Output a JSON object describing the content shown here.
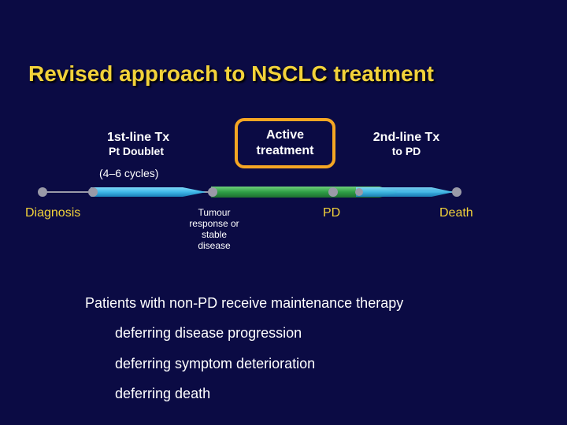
{
  "title": "Revised approach to NSCLC treatment",
  "first_line": {
    "title": "1st-line Tx",
    "subtitle": "Pt Doublet",
    "cycles": "(4–6 cycles)"
  },
  "active_treatment": {
    "line1": "Active",
    "line2": "treatment"
  },
  "second_line": {
    "title": "2nd-line Tx",
    "subtitle": "to PD"
  },
  "milestones": {
    "diagnosis": "Diagnosis",
    "tumour": [
      "Tumour",
      "response or",
      "stable",
      "disease"
    ],
    "pd": "PD",
    "death": "Death"
  },
  "notes": {
    "intro": "Patients with non-PD receive maintenance therapy",
    "items": [
      "deferring disease progression",
      "deferring symptom deterioration",
      "deferring death"
    ]
  },
  "colors": {
    "background": "#0b0b44",
    "title": "#f2d23a",
    "arrow_cyan": "#3fb8e8",
    "arrow_green": "#2e9e45",
    "box_orange": "#f5a623"
  }
}
